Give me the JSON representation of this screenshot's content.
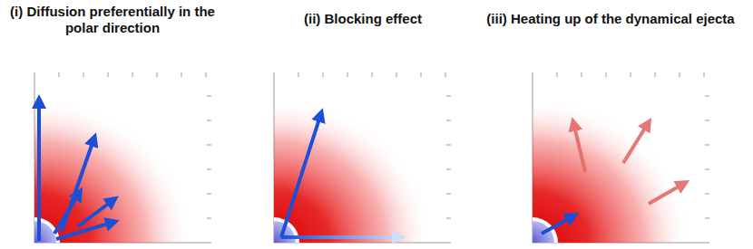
{
  "diagram": {
    "labels": [
      "(i) Diffusion preferentially in the polar direction",
      "(ii) Blocking effect",
      "(iii) Heating up of the dynamical ejecta"
    ]
  }
}
